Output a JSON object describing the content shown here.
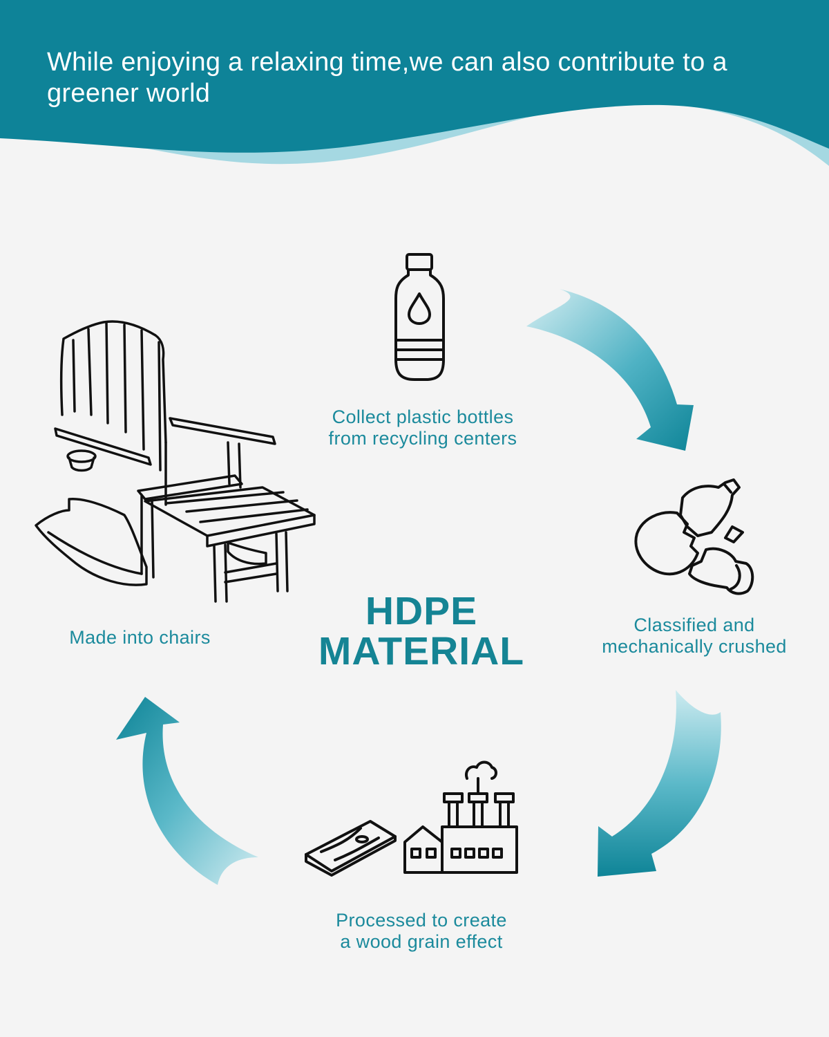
{
  "banner": {
    "headline": "While enjoying a relaxing time,we can also contribute to a greener world",
    "color": "#0e8398",
    "wave_color": "#a5d8e2"
  },
  "center": {
    "line1": "HDPE",
    "line2": "MATERIAL",
    "color": "#158494"
  },
  "steps": [
    {
      "icon": "plastic-bottle-icon",
      "label_line1": "Collect plastic bottles",
      "label_line2": "from recycling centers"
    },
    {
      "icon": "crushed-bottles-icon",
      "label_line1": "Classified and",
      "label_line2": "mechanically crushed"
    },
    {
      "icon": "factory-wood-plank-icon",
      "label_line1": "Processed to create",
      "label_line2": "a wood grain effect"
    },
    {
      "icon": "adirondack-chair-icon",
      "label_line1": "Made into chairs",
      "label_line2": ""
    }
  ],
  "colors": {
    "background": "#f4f4f4",
    "caption": "#1b8a9c",
    "arrow_dark": "#11879b",
    "arrow_light": "#cbe9ee",
    "line_art": "#111111"
  }
}
